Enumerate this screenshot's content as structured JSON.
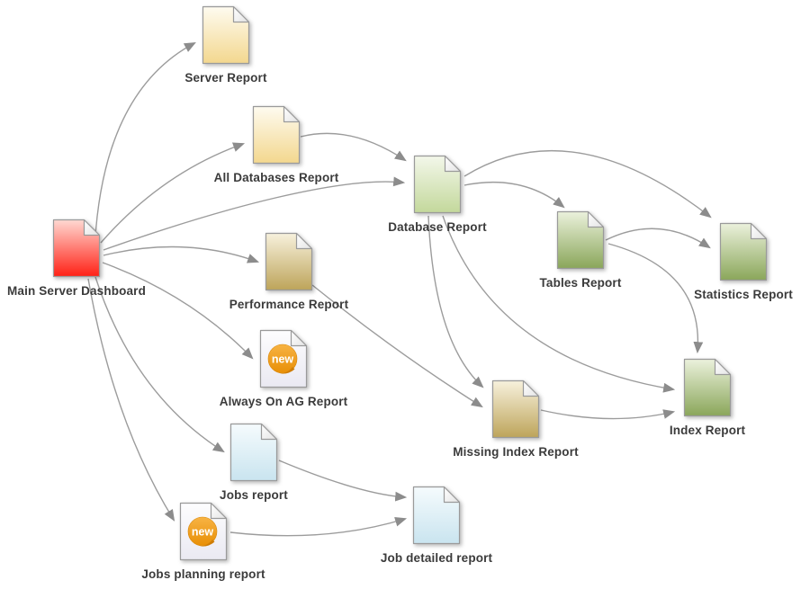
{
  "diagram": {
    "badge_text": "new",
    "nodes": [
      {
        "id": "main-server-dashboard",
        "label": "Main Server Dashboard",
        "icon": "document-icon",
        "color_key": "doc_red"
      },
      {
        "id": "server-report",
        "label": "Server Report",
        "icon": "document-icon",
        "color_key": "doc_yellow"
      },
      {
        "id": "all-databases-report",
        "label": "All Databases Report",
        "icon": "document-icon",
        "color_key": "doc_yellow"
      },
      {
        "id": "performance-report",
        "label": "Performance Report",
        "icon": "document-icon",
        "color_key": "doc_khaki"
      },
      {
        "id": "always-on-ag-report",
        "label": "Always On AG Report",
        "icon": "document-new-badge-icon",
        "color_key": "doc_white",
        "badge": "new"
      },
      {
        "id": "jobs-report",
        "label": "Jobs report",
        "icon": "document-icon",
        "color_key": "doc_blue"
      },
      {
        "id": "jobs-planning-report",
        "label": "Jobs planning report",
        "icon": "document-new-badge-icon",
        "color_key": "doc_white",
        "badge": "new"
      },
      {
        "id": "database-report",
        "label": "Database Report",
        "icon": "document-icon",
        "color_key": "doc_lightgreen"
      },
      {
        "id": "tables-report",
        "label": "Tables Report",
        "icon": "document-icon",
        "color_key": "doc_green"
      },
      {
        "id": "statistics-report",
        "label": "Statistics Report",
        "icon": "document-icon",
        "color_key": "doc_green"
      },
      {
        "id": "missing-index-report",
        "label": "Missing Index Report",
        "icon": "document-icon",
        "color_key": "doc_khaki"
      },
      {
        "id": "index-report",
        "label": "Index Report",
        "icon": "document-icon",
        "color_key": "doc_green"
      },
      {
        "id": "job-detailed-report",
        "label": "Job detailed report",
        "icon": "document-icon",
        "color_key": "doc_blue"
      }
    ],
    "edges": [
      {
        "from": "main-server-dashboard",
        "to": "server-report"
      },
      {
        "from": "main-server-dashboard",
        "to": "all-databases-report"
      },
      {
        "from": "main-server-dashboard",
        "to": "database-report"
      },
      {
        "from": "main-server-dashboard",
        "to": "performance-report"
      },
      {
        "from": "main-server-dashboard",
        "to": "always-on-ag-report"
      },
      {
        "from": "main-server-dashboard",
        "to": "jobs-report"
      },
      {
        "from": "main-server-dashboard",
        "to": "jobs-planning-report"
      },
      {
        "from": "all-databases-report",
        "to": "database-report"
      },
      {
        "from": "database-report",
        "to": "tables-report"
      },
      {
        "from": "database-report",
        "to": "statistics-report"
      },
      {
        "from": "database-report",
        "to": "missing-index-report"
      },
      {
        "from": "database-report",
        "to": "index-report"
      },
      {
        "from": "performance-report",
        "to": "missing-index-report"
      },
      {
        "from": "tables-report",
        "to": "statistics-report"
      },
      {
        "from": "tables-report",
        "to": "index-report"
      },
      {
        "from": "missing-index-report",
        "to": "index-report"
      },
      {
        "from": "jobs-report",
        "to": "job-detailed-report"
      },
      {
        "from": "jobs-planning-report",
        "to": "job-detailed-report"
      }
    ],
    "colors": {
      "background": "#ffffff",
      "edge_line": "#9c9c9c",
      "arrowhead": "#8c8c8c",
      "label_text": "#3b3b3b",
      "doc_red": [
        "#ffd9d2",
        "#ff2015"
      ],
      "doc_yellow": [
        "#fefbf0",
        "#f3d78e"
      ],
      "doc_khaki": [
        "#f7f1dd",
        "#bda45a"
      ],
      "doc_lightgreen": [
        "#f3f7ea",
        "#c3d89b"
      ],
      "doc_green": [
        "#ebf1dc",
        "#8aa65a"
      ],
      "doc_blue": [
        "#f5fbfd",
        "#c9e4ef"
      ],
      "doc_white": [
        "#fdfdfe",
        "#eae9f2"
      ],
      "badge_orange": [
        "#f7b344",
        "#e88f06"
      ]
    }
  }
}
